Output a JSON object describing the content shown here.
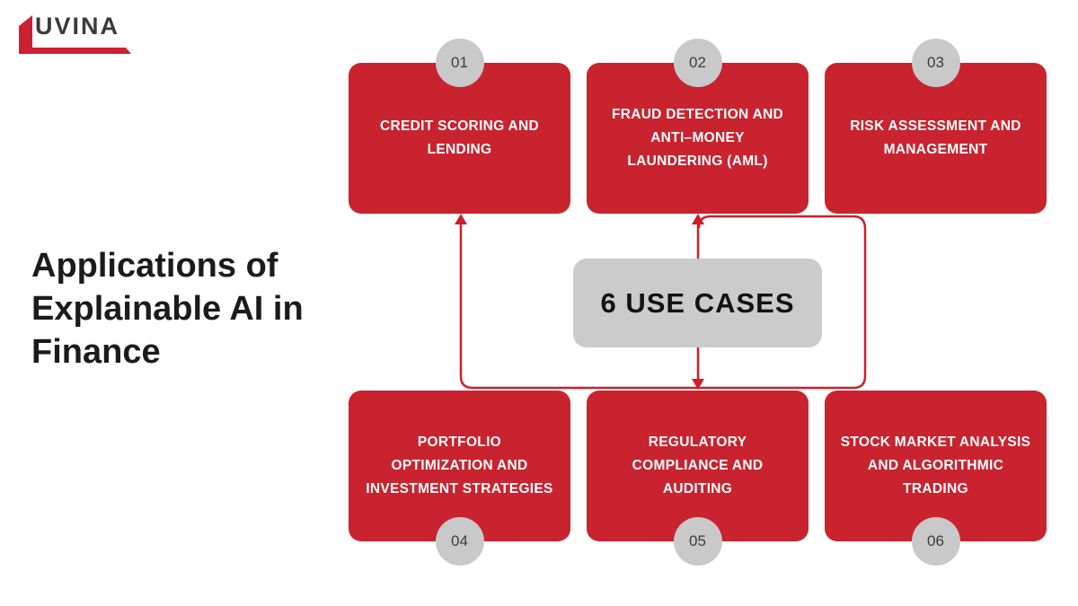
{
  "logo": {
    "text": "UVINA"
  },
  "title": "Applications of\nExplainable AI in\nFinance",
  "center_box": {
    "label": "6 USE CASES"
  },
  "use_cases": [
    {
      "number": "01",
      "label": "CREDIT SCORING AND\nLENDING"
    },
    {
      "number": "02",
      "label": "FRAUD DETECTION AND\nANTI–MONEY\nLAUNDERING (AML)"
    },
    {
      "number": "03",
      "label": "RISK ASSESSMENT AND\nMANAGEMENT"
    },
    {
      "number": "04",
      "label": "PORTFOLIO\nOPTIMIZATION AND\nINVESTMENT STRATEGIES"
    },
    {
      "number": "05",
      "label": "REGULATORY\nCOMPLIANCE AND\nAUDITING"
    },
    {
      "number": "06",
      "label": "STOCK MARKET ANALYSIS\nAND ALGORITHMIC\nTRADING"
    }
  ],
  "colors": {
    "box_red": "#C8232E",
    "connector_red": "#CC1F2A",
    "circle_gray": "#C9C9C9",
    "center_gray": "#CBCBCB",
    "number_text": "#3D3D3D",
    "title_text": "#1B1B1B",
    "box_text": "#FFFFFF",
    "logo_red": "#CE2030",
    "logo_text": "#3B3B3B",
    "background": "#FFFFFF"
  }
}
